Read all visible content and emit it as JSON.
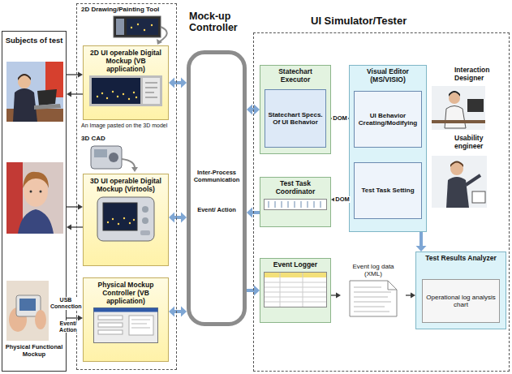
{
  "diagram": {
    "nodes": [
      {
        "text": [
          "Subjects of test"
        ]
      },
      {
        "text": [
          "Mock-up Controller"
        ]
      },
      {
        "text": [
          "2D UI operable Digital Mockup (VB application)"
        ],
        "in": 1
      },
      {
        "text": [
          "3D UI operable Digital Mockup (Virtools)"
        ],
        "in": 1
      },
      {
        "text": [
          "Physical Mockup Controller (VB application)"
        ],
        "in": 1
      },
      {
        "text": [
          "Inter-Process Communication",
          "Event/ Action"
        ]
      },
      {
        "text": [
          "UI Simulator/Tester"
        ]
      },
      {
        "text": [
          "Statechart Executor"
        ],
        "in": 6
      },
      {
        "text": [
          "Statechart Specs. Of UI Behavior"
        ],
        "in": 7
      },
      {
        "text": [
          "Visual Editor (MS/VISIO)"
        ],
        "in": 6
      },
      {
        "text": [
          "UI Behavior Creating/Modifying"
        ],
        "in": 9
      },
      {
        "text": [
          "Test Task Setting"
        ],
        "in": 9
      },
      {
        "text": [
          "Test Task Coordinator"
        ],
        "in": 6
      },
      {
        "text": [
          "Event Logger"
        ],
        "in": 6
      },
      {
        "text": [
          "Event log data (XML)"
        ],
        "in": 6
      },
      {
        "text": [
          "Test Results Analyzer"
        ],
        "in": 6
      },
      {
        "text": [
          "Operational log analysis chart"
        ],
        "in": 15
      }
    ],
    "edges": [
      {
        "from": 0,
        "to": 2,
        "arrow": "to"
      },
      {
        "from": 2,
        "to": 0,
        "arrow": "to"
      },
      {
        "from": 0,
        "to": 3,
        "arrow": "to"
      },
      {
        "from": 3,
        "to": 0,
        "arrow": "to"
      },
      {
        "from": 0,
        "to": 4,
        "arrow": "to",
        "label": "Event/ Action"
      },
      {
        "from": 2,
        "to": 5,
        "arrow": "both"
      },
      {
        "from": 3,
        "to": 5,
        "arrow": "both"
      },
      {
        "from": 4,
        "to": 5,
        "arrow": "both"
      },
      {
        "from": 5,
        "to": 7,
        "arrow": "both"
      },
      {
        "from": 10,
        "to": 8,
        "arrow": "to",
        "label": "DOM"
      },
      {
        "from": 11,
        "to": 12,
        "arrow": "to",
        "label": "DOM"
      },
      {
        "from": 12,
        "to": 5,
        "arrow": "to"
      },
      {
        "from": 5,
        "to": 13,
        "arrow": "to"
      },
      {
        "from": 13,
        "to": 14,
        "arrow": "to"
      },
      {
        "from": 14,
        "to": 15,
        "arrow": "to"
      },
      {
        "from": 9,
        "to": 15,
        "arrow": "to"
      }
    ],
    "labels": [
      "2D Drawing/Painting Tool",
      "An Image pasted on the 3D model",
      "3D CAD",
      "USB Connection",
      "Physical Functional Mockup",
      "Interaction Designer",
      "Usability engineer"
    ]
  }
}
